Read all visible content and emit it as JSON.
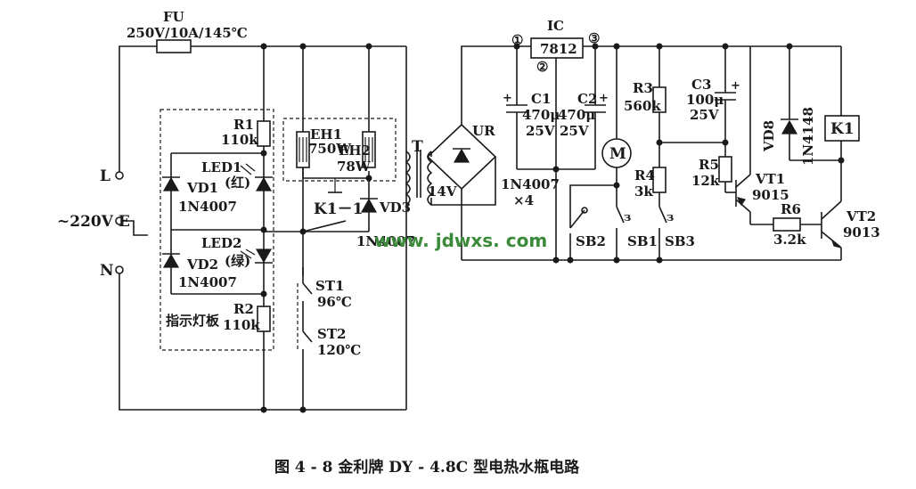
{
  "diagram": {
    "caption": "图 4 - 8   金利牌 DY - 4.8C 型电热水瓶电路",
    "watermark": "www. jdwxs. com",
    "fuse": {
      "name": "FU",
      "rating": "250V/10A/145℃"
    },
    "terminals": {
      "line": "L",
      "earth": "~220V E",
      "neutral": "N"
    },
    "indicator_board": {
      "label": "指示灯板",
      "r1": {
        "name": "R1",
        "value": "110k"
      },
      "r2": {
        "name": "R2",
        "value": "110k"
      },
      "led1": {
        "name": "LED1",
        "color": "(红)"
      },
      "led2": {
        "name": "LED2",
        "color": "(绿)"
      },
      "vd1": {
        "name": "VD1",
        "part": "1N4007"
      },
      "vd2": {
        "name": "VD2",
        "part": "1N4007"
      }
    },
    "heaters": {
      "eh1": {
        "name": "EH1",
        "power": "750W"
      },
      "eh2": {
        "name": "EH2",
        "power": "78W"
      }
    },
    "relay_contact": "K1－1",
    "vd3": {
      "name": "VD3",
      "part": "1N4007"
    },
    "thermostats": {
      "st1": {
        "name": "ST1",
        "temp": "96℃"
      },
      "st2": {
        "name": "ST2",
        "temp": "120℃"
      }
    },
    "transformer": {
      "name": "T",
      "secondary": "14V"
    },
    "bridge": {
      "name": "UR",
      "note": "1N4007",
      "count": "×4"
    },
    "regulator": {
      "name": "IC",
      "part": "7812",
      "pin1": "①",
      "pin2": "②",
      "pin3": "③"
    },
    "c1": {
      "name": "C1",
      "value": "470μ",
      "voltage": "25V"
    },
    "c2": {
      "name": "C2",
      "value": "470μ",
      "voltage": "25V"
    },
    "c3": {
      "name": "C3",
      "value": "100μ",
      "voltage": "25V"
    },
    "motor": "M",
    "r3": {
      "name": "R3",
      "value": "560k"
    },
    "r4": {
      "name": "R4",
      "value": "3k"
    },
    "r5": {
      "name": "R5",
      "value": "12k"
    },
    "r6": {
      "name": "R6",
      "value": "3.2k"
    },
    "switches": {
      "sb1": "SB1",
      "sb2": "SB2",
      "sb3": "SB3"
    },
    "vt1": {
      "name": "VT1",
      "part": "9015"
    },
    "vt2": {
      "name": "VT2",
      "part": "9013"
    },
    "vd8": {
      "name": "VD8",
      "part": "1N4148"
    },
    "relay": "K1"
  }
}
